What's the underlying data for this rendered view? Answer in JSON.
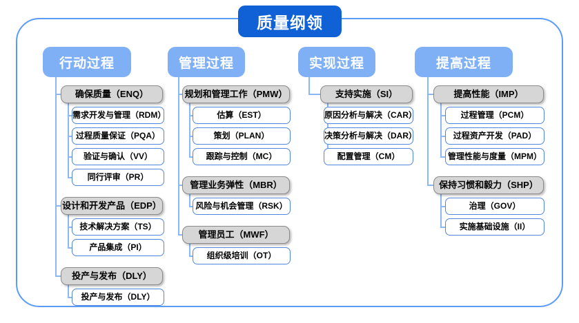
{
  "title": "质量纲领",
  "colors": {
    "title_bg": "#1061d6",
    "header_bg": "#7fb0f5",
    "frame_border": "#5b9bf8",
    "connector": "#8ab8f5",
    "group_bg": "#d6d6d6",
    "group_border": "#8a8a8a",
    "leaf_border": "#4f86dd",
    "leaf_bg": "#ffffff"
  },
  "columns": [
    {
      "header": "行动过程",
      "groups": [
        {
          "label": "确保质量（ENQ）",
          "children": [
            "需求开发与管理（RDM）",
            "过程质量保证（PQA）",
            "验证与确认（VV）",
            "同行评审（PR）"
          ]
        },
        {
          "label": "设计和开发产品（EDP）",
          "children": [
            "技术解决方案（TS）",
            "产品集成（PI）"
          ]
        },
        {
          "label": "投产与发布（DLY）",
          "children": [
            "投产与发布（DLY）"
          ]
        }
      ]
    },
    {
      "header": "管理过程",
      "groups": [
        {
          "label": "规划和管理工作（PMW）",
          "children": [
            "估算（EST）",
            "策划（PLAN）",
            "跟踪与控制（MC）"
          ]
        },
        {
          "label": "管理业务弹性（MBR）",
          "children": [
            "风险与机会管理（RSK）"
          ]
        },
        {
          "label": "管理员工（MWF）",
          "children": [
            "组织级培训（OT）"
          ]
        }
      ]
    },
    {
      "header": "实现过程",
      "groups": [
        {
          "label": "支持实施（SI）",
          "children": [
            "原因分析与解决（CAR）",
            "决策分析与解决（DAR）",
            "配置管理（CM）"
          ]
        }
      ]
    },
    {
      "header": "提高过程",
      "groups": [
        {
          "label": "提高性能（IMP）",
          "children": [
            "过程管理（PCM）",
            "过程资产开发（PAD）",
            "管理性能与度量（MPM）"
          ]
        },
        {
          "label": "保持习惯和毅力（SHP）",
          "children": [
            "治理（GOV）",
            "实施基础设施（II）"
          ]
        }
      ]
    }
  ]
}
